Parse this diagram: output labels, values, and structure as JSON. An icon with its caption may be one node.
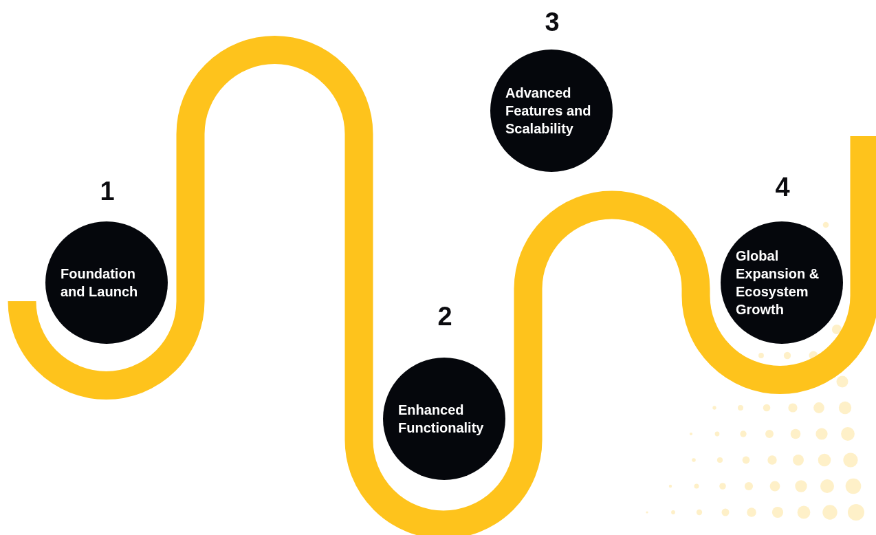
{
  "diagram": {
    "nodes": [
      {
        "text": [
          "Foundation and Launch"
        ],
        "beside": [
          "1"
        ]
      },
      {
        "text": [
          "Enhanced Functionality"
        ],
        "beside": [
          "2"
        ]
      },
      {
        "text": [
          "Advanced Features and Scalability"
        ],
        "beside": [
          "3"
        ]
      },
      {
        "text": [
          "Global Expansion & Ecosystem Growth"
        ],
        "beside": [
          "4"
        ]
      }
    ]
  }
}
